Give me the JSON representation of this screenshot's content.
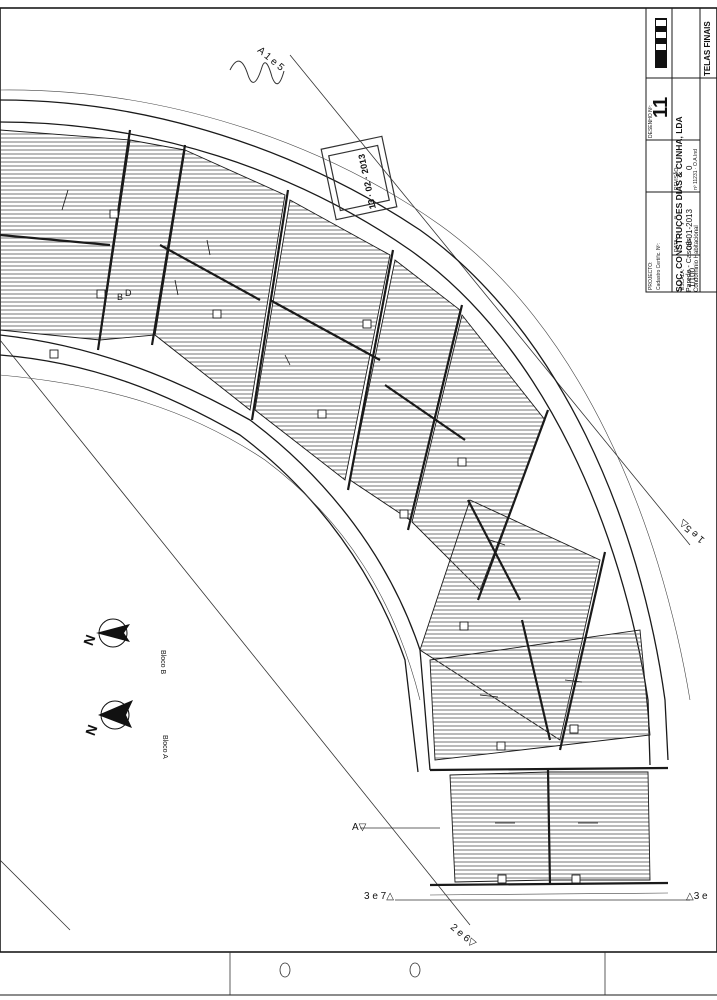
{
  "title_block": {
    "projecto_label": "PROJECTO:",
    "data_label": "DATA:",
    "data_value": "08-01-2013",
    "revisao_label": "REVISÃO:",
    "revisao_value": "0",
    "desenho_label": "DESENHO Nº:",
    "desenho_value": "11",
    "company": "SOC. CONSTRUÇÕES DIAS & CUNHA, LDA",
    "location": "Parede - Cascais",
    "project_name": "Condominio Habitacional",
    "escala_label": "ESCALA:",
    "escala_value": "1/100",
    "sheet_title": "TELAS FINAIS",
    "cadastro_label": "Cadastro Certific. Nº:",
    "registo": "nº 11231 · O.A.Ind"
  },
  "blocks": {
    "bloco_a": "Bloco A",
    "bloco_b": "Bloco B"
  },
  "north_label": "N",
  "section_markers": {
    "a_left": "A▽",
    "bottom_left": "3 e 7△",
    "bottom_right": "△3 e",
    "diag_bottom": "2 e 6▽",
    "top_diag": "A 1 e 5",
    "right_diag": "1 e 5△"
  },
  "small_labels": {
    "d": "D",
    "b": "B"
  },
  "stamp": "13 · 02 · 2013",
  "colors": {
    "line": "#1a1a1a",
    "hatch": "#555555",
    "paper": "#ffffff"
  }
}
